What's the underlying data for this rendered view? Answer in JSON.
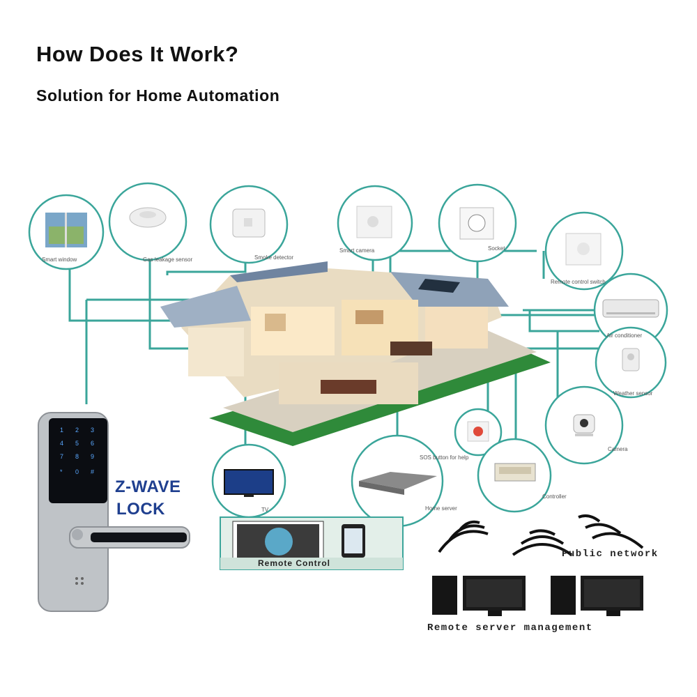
{
  "header": {
    "title": "How Does It Work?",
    "subtitle": "Solution for Home Automation"
  },
  "devices": {
    "smart_window": "Smart window",
    "gas_sensor": "Gas leakage sensor",
    "smoke_detector": "Smoke detector",
    "smart_camera": "Smart camera",
    "socket": "Socket",
    "remote_switch": "Remote control switch",
    "air_conditioner": "Air conditioner",
    "weather_sensor": "Weather sensor",
    "camera": "Camera",
    "sos_button": "SOS button for help",
    "controller": "Controller",
    "home_server": "Home server",
    "tv": "TV"
  },
  "lock": {
    "line1": "Z-WAVE",
    "line2": "LOCK",
    "keys": [
      "1",
      "2",
      "3",
      "4",
      "5",
      "6",
      "7",
      "8",
      "9",
      "*",
      "0",
      "#"
    ]
  },
  "remote_control": {
    "label": "Remote Control"
  },
  "network": {
    "public": "Public network",
    "remote_server": "Remote server management"
  },
  "colors": {
    "connector": "#3aa59a",
    "lock_text": "#1f3f8f",
    "ring": "#3aa59a"
  }
}
